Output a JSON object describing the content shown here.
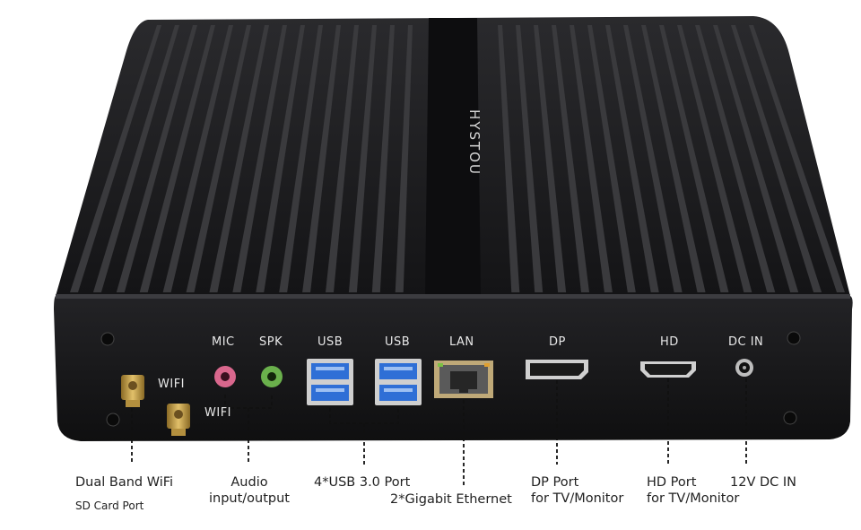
{
  "product": {
    "brand": "HYSTOU"
  },
  "port_labels": {
    "mic": "MIC",
    "spk": "SPK",
    "usb_left": "USB",
    "usb_right": "USB",
    "lan": "LAN",
    "dp": "DP",
    "hd": "HD",
    "dc_in": "DC IN",
    "wifi_top": "WIFI",
    "wifi_bottom": "WIFI"
  },
  "callouts": {
    "wifi": "Dual Band WiFi",
    "sd_card": "SD Card Port",
    "audio_line1": "Audio",
    "audio_line2": "input/output",
    "usb": "4*USB 3.0 Port",
    "ethernet": "2*Gigabit Ethernet",
    "dp_line1": "DP Port",
    "dp_line2": "for TV/Monitor",
    "hd_line1": "HD Port",
    "hd_line2": "for TV/Monitor",
    "dc": "12V DC IN"
  },
  "colors": {
    "chassis": "#1c1c1e",
    "fin_highlight": "#3a3a3d",
    "usb_blue": "#2f6fd6",
    "mic_pink": "#d9678d",
    "spk_green": "#6ab04c",
    "antenna_gold": "#c9a24a"
  }
}
